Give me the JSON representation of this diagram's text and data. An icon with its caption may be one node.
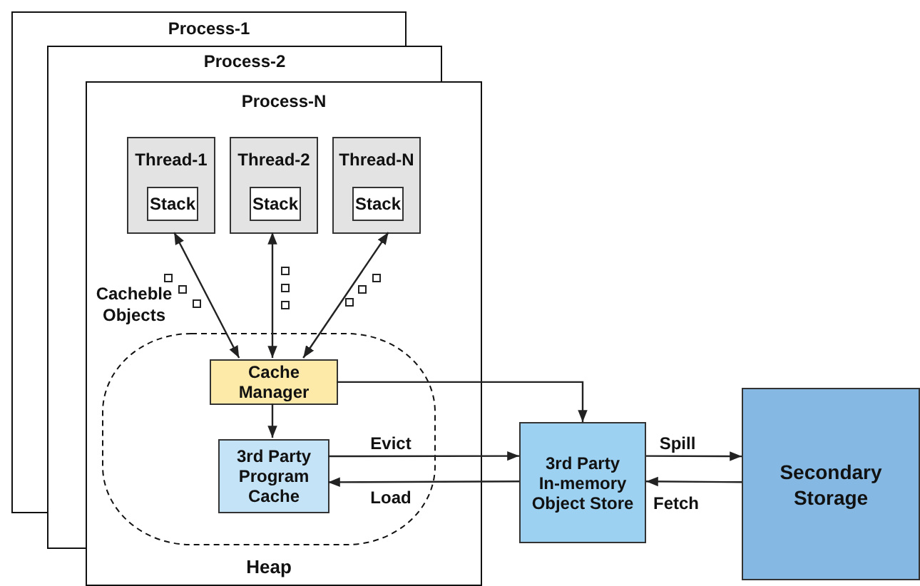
{
  "diagram": {
    "nodes": [
      {
        "text": [
          "Process-1"
        ]
      },
      {
        "text": [
          "Process-2"
        ]
      },
      {
        "text": [
          "Process-N"
        ]
      },
      {
        "text": [
          "Heap"
        ],
        "in": 2
      },
      {
        "text": [
          "Thread-1"
        ],
        "in": 2
      },
      {
        "text": [
          "Stack"
        ],
        "in": 4
      },
      {
        "text": [
          "Thread-2"
        ],
        "in": 2
      },
      {
        "text": [
          "Stack"
        ],
        "in": 6
      },
      {
        "text": [
          "Thread-N"
        ],
        "in": 2
      },
      {
        "text": [
          "Stack"
        ],
        "in": 8
      },
      {
        "text": [
          "Cache Manager"
        ],
        "in": 3
      },
      {
        "text": [
          "3rd Party Program Cache"
        ],
        "in": 3
      },
      {
        "text": [
          "3rd Party In-memory Object Store"
        ]
      },
      {
        "text": [
          "Secondary Storage"
        ]
      }
    ],
    "edges": [
      {
        "from": 4,
        "to": 10,
        "arrow": "both"
      },
      {
        "from": 6,
        "to": 10,
        "arrow": "both"
      },
      {
        "from": 8,
        "to": 10,
        "arrow": "both"
      },
      {
        "from": 10,
        "to": 12,
        "arrow": "to"
      },
      {
        "from": 10,
        "to": 11,
        "arrow": "to"
      },
      {
        "from": 11,
        "to": 12,
        "arrow": "to",
        "label": "Evict"
      },
      {
        "from": 12,
        "to": 11,
        "arrow": "to",
        "label": "Load"
      },
      {
        "from": 12,
        "to": 13,
        "arrow": "to",
        "label": "Spill"
      },
      {
        "from": 13,
        "to": 12,
        "arrow": "to",
        "label": "Fetch"
      }
    ],
    "labels": [
      "Cacheble Objects"
    ]
  }
}
